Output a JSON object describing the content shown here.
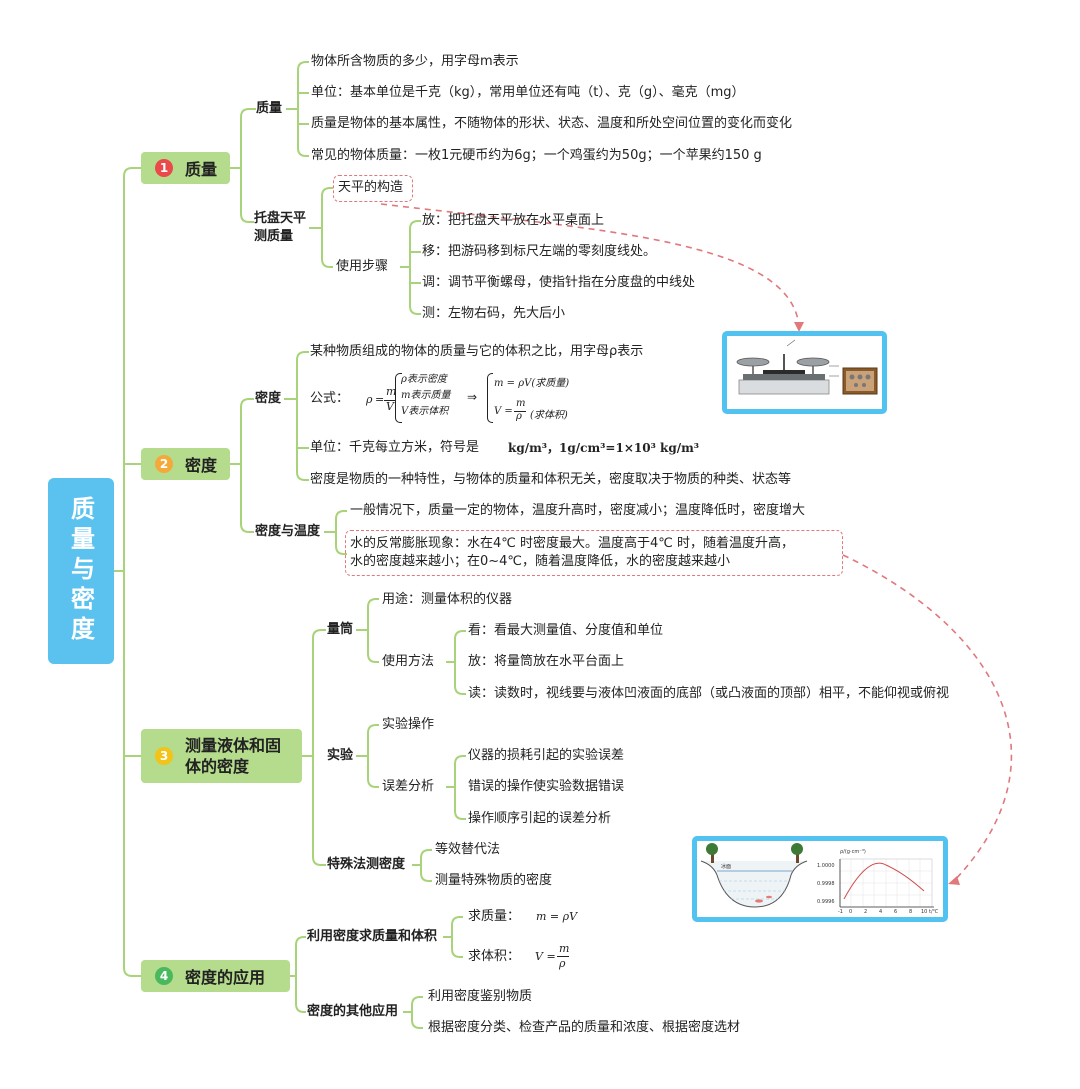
{
  "root": {
    "title": "质量与密度"
  },
  "colors": {
    "branch": "#a9d37a",
    "l1_bg": "#b5dc8c",
    "root_bg": "#5bc2f0",
    "dashed": "#e0787c",
    "image_border": "#52c3f0"
  },
  "branch1": {
    "num": "1",
    "title": "质量",
    "mass": {
      "label": "质量",
      "items": [
        "物体所含物质的多少，用字母m表示",
        "单位：基本单位是千克（kg），常用单位还有吨（t）、克（g）、毫克（mg）",
        "质量是物体的基本属性，不随物体的形状、状态、温度和所处空间位置的变化而变化",
        "常见的物体质量：一枚1元硬币约为6g；一个鸡蛋约为50g；一个苹果约150 g"
      ]
    },
    "balance": {
      "label_line1": "托盘天平",
      "label_line2": "测质量",
      "structure": "天平的构造",
      "steps_label": "使用步骤",
      "steps": [
        "放：把托盘天平放在水平桌面上",
        "移：把游码移到标尺左端的零刻度线处。",
        "调：调节平衡螺母，使指针指在分度盘的中线处",
        "测：左物右码，先大后小"
      ]
    }
  },
  "branch2": {
    "num": "2",
    "title": "密度",
    "density": {
      "label": "密度",
      "def": "某种物质组成的物体的质量与它的体积之比，用字母ρ表示",
      "formula_label": "公式：",
      "f_rho": "ρ",
      "f_m": "m",
      "f_v": "V",
      "f_n1": "ρ表示密度",
      "f_n2": "m表示质量",
      "f_n3": "V表示体积",
      "f_arrow": "⇒",
      "f_m_eq": "m = ρV",
      "f_m_note": "(求质量)",
      "f_v_eq": "V =",
      "f_v_note": "(求体积)",
      "unit_label": "单位：千克每立方米，符号是",
      "unit_value": "kg/m³，1g/cm³=1×10³ kg/m³",
      "property": "密度是物质的一种特性，与物体的质量和体积无关，密度取决于物质的种类、状态等"
    },
    "temp": {
      "label": "密度与温度",
      "general": "一般情况下，质量一定的物体，温度升高时，密度减小；温度降低时，密度增大",
      "water_line1": "水的反常膨胀现象：水在4℃ 时密度最大。温度高于4℃ 时，随着温度升高，",
      "water_line2": "水的密度越来越小；在0~4℃，随着温度降低，水的密度越来越小"
    }
  },
  "branch3": {
    "num": "3",
    "title_line1": "测量液体和固",
    "title_line2": "体的密度",
    "cylinder": {
      "label": "量筒",
      "use": "用途：测量体积的仪器",
      "method_label": "使用方法",
      "methods": [
        "看：看最大测量值、分度值和单位",
        "放：将量筒放在水平台面上",
        "读：读数时，视线要与液体凹液面的底部（或凸液面的顶部）相平，不能仰视或俯视"
      ]
    },
    "experiment": {
      "label": "实验",
      "operation": "实验操作",
      "error_label": "误差分析",
      "errors": [
        "仪器的损耗引起的实验误差",
        "错误的操作使实验数据错误",
        "操作顺序引起的误差分析"
      ]
    },
    "special": {
      "label": "特殊法测密度",
      "items": [
        "等效替代法",
        "测量特殊物质的密度"
      ]
    }
  },
  "branch4": {
    "num": "4",
    "title": "密度的应用",
    "calc": {
      "label": "利用密度求质量和体积",
      "mass_label": "求质量：",
      "mass_eq": "m = ρV",
      "volume_label": "求体积：",
      "volume_eq": "V ="
    },
    "other": {
      "label": "密度的其他应用",
      "items": [
        "利用密度鉴别物质",
        "根据密度分类、检查产品的质量和浓度、根据密度选材"
      ]
    }
  },
  "image2": {
    "surface": "冰面",
    "ylabel": "ρ/(g·cm⁻³)",
    "xlabel": "t/℃",
    "yticks": [
      "1.0000",
      "0.9998",
      "0.9996"
    ],
    "xticks": [
      "-1",
      "0",
      "2",
      "4",
      "6",
      "8",
      "10"
    ]
  }
}
